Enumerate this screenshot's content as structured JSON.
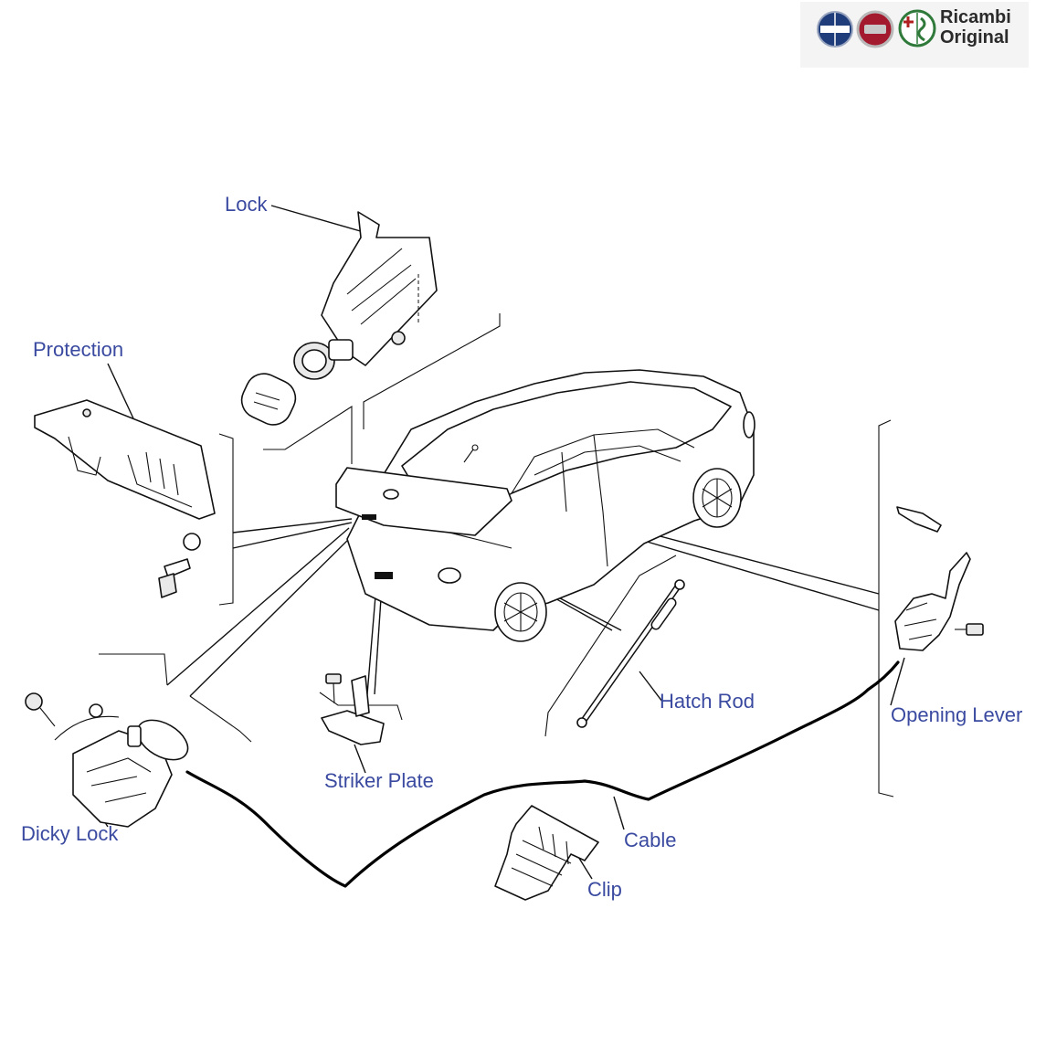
{
  "brand": {
    "text_line1": "Ricambi",
    "text_line2": "Original",
    "logos": [
      "lancia-logo",
      "fiat-logo",
      "alfa-romeo-logo"
    ],
    "logo_colors": {
      "lancia": "#1f3d7a",
      "fiat": "#a3192e",
      "alfa": "#2f7a3a"
    }
  },
  "labels": {
    "lock": "Lock",
    "protection": "Protection",
    "hatch_rod": "Hatch Rod",
    "opening_lever": "Opening Lever",
    "striker_plate": "Striker Plate",
    "dicky_lock": "Dicky Lock",
    "cable": "Cable",
    "clip": "Clip"
  },
  "colors": {
    "label_text": "#3a4aa0",
    "line_art": "#111111",
    "background": "#ffffff"
  }
}
